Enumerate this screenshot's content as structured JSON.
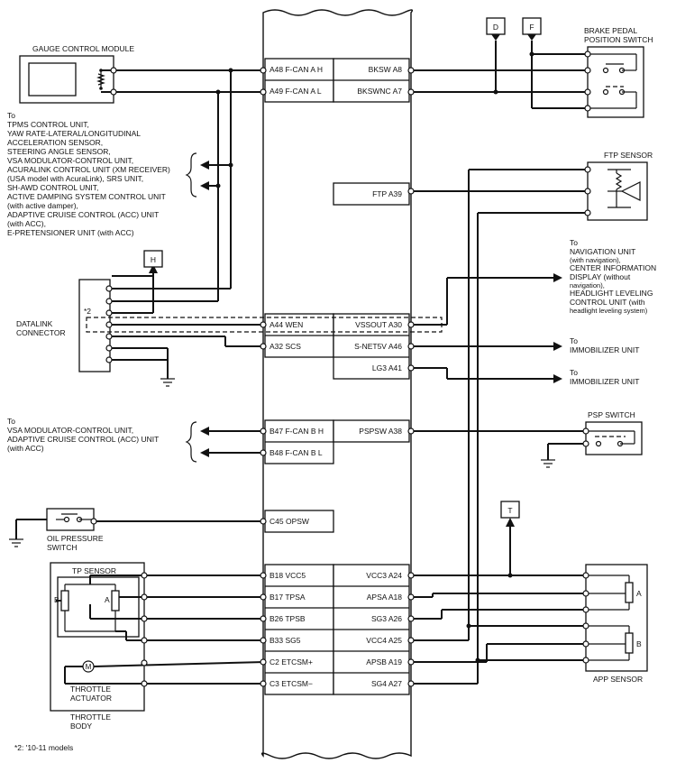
{
  "ecm_pins_left": [
    {
      "id": "a48",
      "label": "A48 F-CAN A H"
    },
    {
      "id": "a49",
      "label": "A49 F-CAN A L"
    },
    {
      "id": "a44",
      "label": "A44 WEN"
    },
    {
      "id": "a32",
      "label": "A32 SCS"
    },
    {
      "id": "b47",
      "label": "B47 F-CAN B H"
    },
    {
      "id": "b48",
      "label": "B48 F-CAN B L"
    },
    {
      "id": "c45",
      "label": "C45 OPSW"
    },
    {
      "id": "b18",
      "label": "B18 VCC5"
    },
    {
      "id": "b17",
      "label": "B17 TPSA"
    },
    {
      "id": "b26",
      "label": "B26 TPSB"
    },
    {
      "id": "b33",
      "label": "B33 SG5"
    },
    {
      "id": "c2",
      "label": "C2 ETCSM+"
    },
    {
      "id": "c3",
      "label": "C3 ETCSM−"
    }
  ],
  "ecm_pins_right": [
    {
      "id": "a8",
      "label": "BKSW A8"
    },
    {
      "id": "a7",
      "label": "BKSWNC A7"
    },
    {
      "id": "a39",
      "label": "FTP A39"
    },
    {
      "id": "a30",
      "label": "VSSOUT A30"
    },
    {
      "id": "a46",
      "label": "S-NET5V A46"
    },
    {
      "id": "a41",
      "label": "LG3 A41"
    },
    {
      "id": "a38",
      "label": "PSPSW A38"
    },
    {
      "id": "a24",
      "label": "VCC3 A24"
    },
    {
      "id": "a18",
      "label": "APSA A18"
    },
    {
      "id": "a26",
      "label": "SG3 A26"
    },
    {
      "id": "a25",
      "label": "VCC4 A25"
    },
    {
      "id": "a19",
      "label": "APSB A19"
    },
    {
      "id": "a27",
      "label": "SG4 A27"
    }
  ],
  "components": {
    "gauge_control_module": "GAUGE CONTROL MODULE",
    "brake_switch": [
      "BRAKE PEDAL",
      "POSITION SWITCH"
    ],
    "ftp_sensor": "FTP SENSOR",
    "datalink": [
      "DATALINK",
      "CONNECTOR"
    ],
    "psp_switch": "PSP SWITCH",
    "oil_pressure": [
      "OIL PRESSURE",
      "SWITCH"
    ],
    "tp_sensor": "TP SENSOR",
    "throttle_actuator": [
      "THROTTLE",
      "ACTUATOR"
    ],
    "throttle_body": [
      "THROTTLE",
      "BODY"
    ],
    "app_sensor": "APP SENSOR",
    "sensor_a": "A",
    "sensor_b": "B"
  },
  "connectors": {
    "d": "D",
    "f": "F",
    "h": "H",
    "t": "T"
  },
  "notes": {
    "fcan_a_list": [
      "To",
      "TPMS CONTROL UNIT,",
      "YAW RATE-LATERAL/LONGITUDINAL",
      "ACCELERATION SENSOR,",
      "STEERING ANGLE SENSOR,",
      "VSA MODULATOR-CONTROL UNIT,",
      "ACURALINK CONTROL UNIT (XM RECEIVER)",
      "(USA model with AcuraLink), SRS UNIT,",
      "SH-AWD CONTROL UNIT,",
      "ACTIVE DAMPING SYSTEM CONTROL UNIT",
      "(with active damper),",
      "ADAPTIVE CRUISE CONTROL (ACC) UNIT",
      "(with ACC),",
      "E-PRETENSIONER UNIT (with ACC)"
    ],
    "fcan_b_list": [
      "To",
      "VSA MODULATOR-CONTROL UNIT,",
      "ADAPTIVE CRUISE CONTROL (ACC) UNIT",
      "(with ACC)"
    ],
    "vssout_list": [
      "To",
      "NAVIGATION UNIT",
      "(with navigation),",
      "CENTER INFORMATION",
      "DISPLAY (without",
      "navigation),",
      "HEADLIGHT LEVELING",
      "CONTROL UNIT (with",
      "headlight leveling system)"
    ],
    "immo1": [
      "To",
      "IMMOBILIZER UNIT"
    ],
    "immo2": [
      "To",
      "IMMOBILIZER UNIT"
    ],
    "star2": "*2",
    "footnote": "*2: '10-11 models"
  }
}
